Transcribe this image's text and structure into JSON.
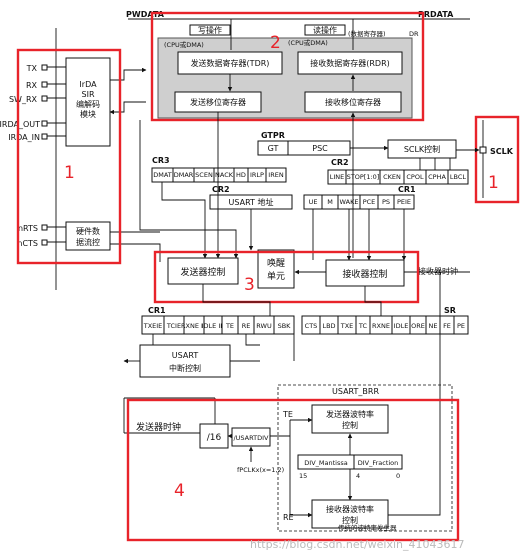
{
  "bus": {
    "pwdata": "PWDATA",
    "prdata": "PRDATA",
    "dr": "DR"
  },
  "zone1": {
    "pins": [
      "TX",
      "RX",
      "SW_RX",
      "IRDA_OUT",
      "IRDA_IN"
    ],
    "irda_lines": [
      "IrDA",
      "SIR",
      "编解码",
      "模块"
    ],
    "flow_pins": [
      "nRTS",
      "nCTS"
    ],
    "flow_lines": [
      "硬件数",
      "据流控"
    ],
    "label": "1"
  },
  "zone1_right": {
    "pin": "SCLK",
    "label": "1"
  },
  "zone2": {
    "write_op": "写操作",
    "read_op": "读操作",
    "cpu_dma_w": "(CPU或DMA)",
    "cpu_dma_r": "(CPU或DMA)",
    "data_reg": "(数据寄存器)",
    "tdr": "发送数据寄存器(TDR)",
    "rdr": "接收数据寄存器(RDR)",
    "tx_shift": "发送移位寄存器",
    "rx_shift": "接收移位寄存器",
    "label": "2"
  },
  "gtpr": {
    "title": "GTPR",
    "gt": "GT",
    "psc": "PSC"
  },
  "sclk_ctrl": "SCLK控制",
  "cr3": {
    "title": "CR3",
    "fields": [
      "DMAT",
      "DMAR",
      "SCEN",
      "NACK",
      "HD",
      "IRLP",
      "IREN"
    ]
  },
  "cr2": {
    "title": "CR2",
    "fields": [
      "LINE",
      "STOP[1:0]",
      "CKEN",
      "CPOL",
      "CPHA",
      "LBCL"
    ]
  },
  "cr2b": {
    "title": "CR2",
    "address": "USART 地址"
  },
  "cr1a": {
    "title": "CR1",
    "fields": [
      "UE",
      "M",
      "WAKE",
      "PCE",
      "PS",
      "PEIE"
    ]
  },
  "zone3": {
    "tx_ctrl": "发送器控制",
    "wake_lines": [
      "唤醒",
      "单元"
    ],
    "rx_ctrl": "接收器控制",
    "rx_clock": "接收器时钟",
    "label": "3"
  },
  "cr1b": {
    "title": "CR1",
    "fields": [
      "TXEIE",
      "TCIE",
      "RXNE IE",
      "IDLE IE",
      "TE",
      "RE",
      "RWU",
      "SBK"
    ]
  },
  "sr": {
    "title": "SR",
    "fields": [
      "CTS",
      "LBD",
      "TXE",
      "TC",
      "RXNE",
      "IDLE",
      "ORE",
      "NE",
      "FE",
      "PE"
    ]
  },
  "irq": {
    "lines": [
      "USART",
      "中断控制"
    ]
  },
  "zone4": {
    "tx_clock": "发送器时钟",
    "div16": "/16",
    "usartdiv": "/USARTDIV",
    "pclk": "fPCLKx(x=1,2)",
    "brr": "USART_BRR",
    "te": "TE",
    "re": "RE",
    "tx_baud": [
      "发送器波特率",
      "控制"
    ],
    "rx_baud": [
      "接收器波特率",
      "控制"
    ],
    "mantissa": "DIV_Mantissa",
    "fraction": "DIV_Fraction",
    "bit15": "15",
    "bit4": "4",
    "bit0": "0",
    "gen": "传统的波特率发生器",
    "label": "4"
  },
  "watermark": "https://blog.csdn.net/weixin_41043617"
}
